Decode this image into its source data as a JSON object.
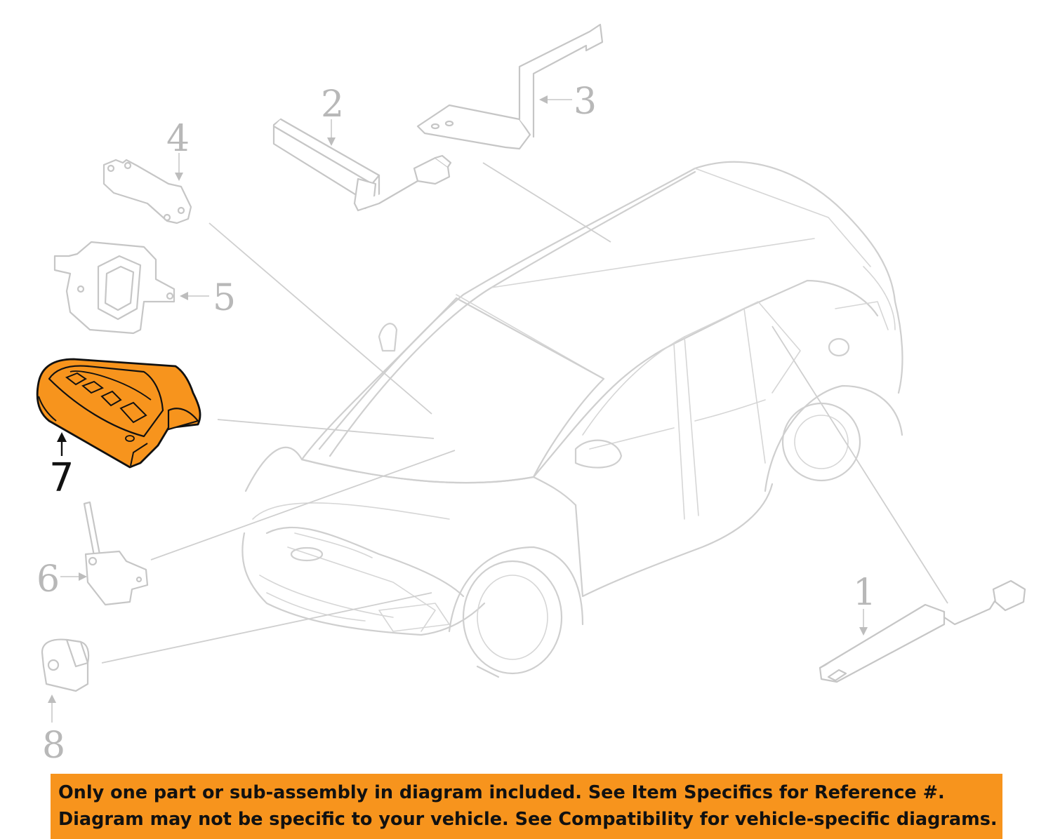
{
  "diagram": {
    "highlight_color": "#f7941d",
    "callouts": [
      {
        "id": "1",
        "text": "1"
      },
      {
        "id": "2",
        "text": "2"
      },
      {
        "id": "3",
        "text": "3"
      },
      {
        "id": "4",
        "text": "4"
      },
      {
        "id": "5",
        "text": "5"
      },
      {
        "id": "6",
        "text": "6"
      },
      {
        "id": "7",
        "text": "7",
        "highlighted": true
      },
      {
        "id": "8",
        "text": "8"
      }
    ]
  },
  "banner": {
    "line1": "Only one part or sub-assembly in diagram included. See Item Specifics for Reference #.",
    "line2": "Diagram may not be specific to your vehicle. See Compatibility for vehicle-specific diagrams.",
    "background": "#f7941d"
  }
}
